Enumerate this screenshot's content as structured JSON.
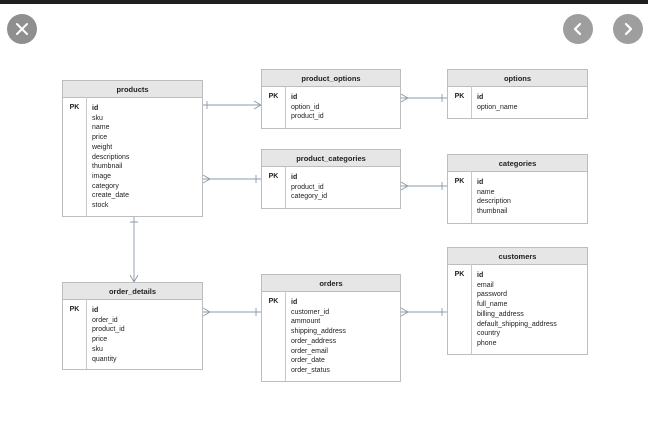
{
  "controls": {
    "close_icon": "close-icon",
    "prev_icon": "chevron-left-icon",
    "next_icon": "chevron-right-icon"
  },
  "colors": {
    "header_bg": "#e6e6e6",
    "border": "#bdbdbd",
    "line": "#8a9aa8"
  },
  "pk_label": "PK",
  "entities": {
    "products": {
      "name": "products",
      "fields": [
        "id",
        "sku",
        "name",
        "price",
        "weight",
        "descriptions",
        "thumbnail",
        "image",
        "category",
        "create_date",
        "stock"
      ]
    },
    "product_options": {
      "name": "product_options",
      "fields": [
        "id",
        "option_id",
        "product_id"
      ]
    },
    "options": {
      "name": "options",
      "fields": [
        "id",
        "option_name"
      ]
    },
    "product_categories": {
      "name": "product_categories",
      "fields": [
        "id",
        "product_id",
        "category_id"
      ]
    },
    "categories": {
      "name": "categories",
      "fields": [
        "id",
        "name",
        "description",
        "thumbnail"
      ]
    },
    "customers": {
      "name": "customers",
      "fields": [
        "id",
        "email",
        "password",
        "full_name",
        "billing_address",
        "default_shipping_address",
        "country",
        "phone"
      ]
    },
    "order_details": {
      "name": "order_details",
      "fields": [
        "id",
        "order_id",
        "product_id",
        "price",
        "sku",
        "quantity"
      ]
    },
    "orders": {
      "name": "orders",
      "fields": [
        "id",
        "customer_id",
        "ammount",
        "shipping_address",
        "order_address",
        "order_email",
        "order_date",
        "order_status"
      ]
    }
  }
}
